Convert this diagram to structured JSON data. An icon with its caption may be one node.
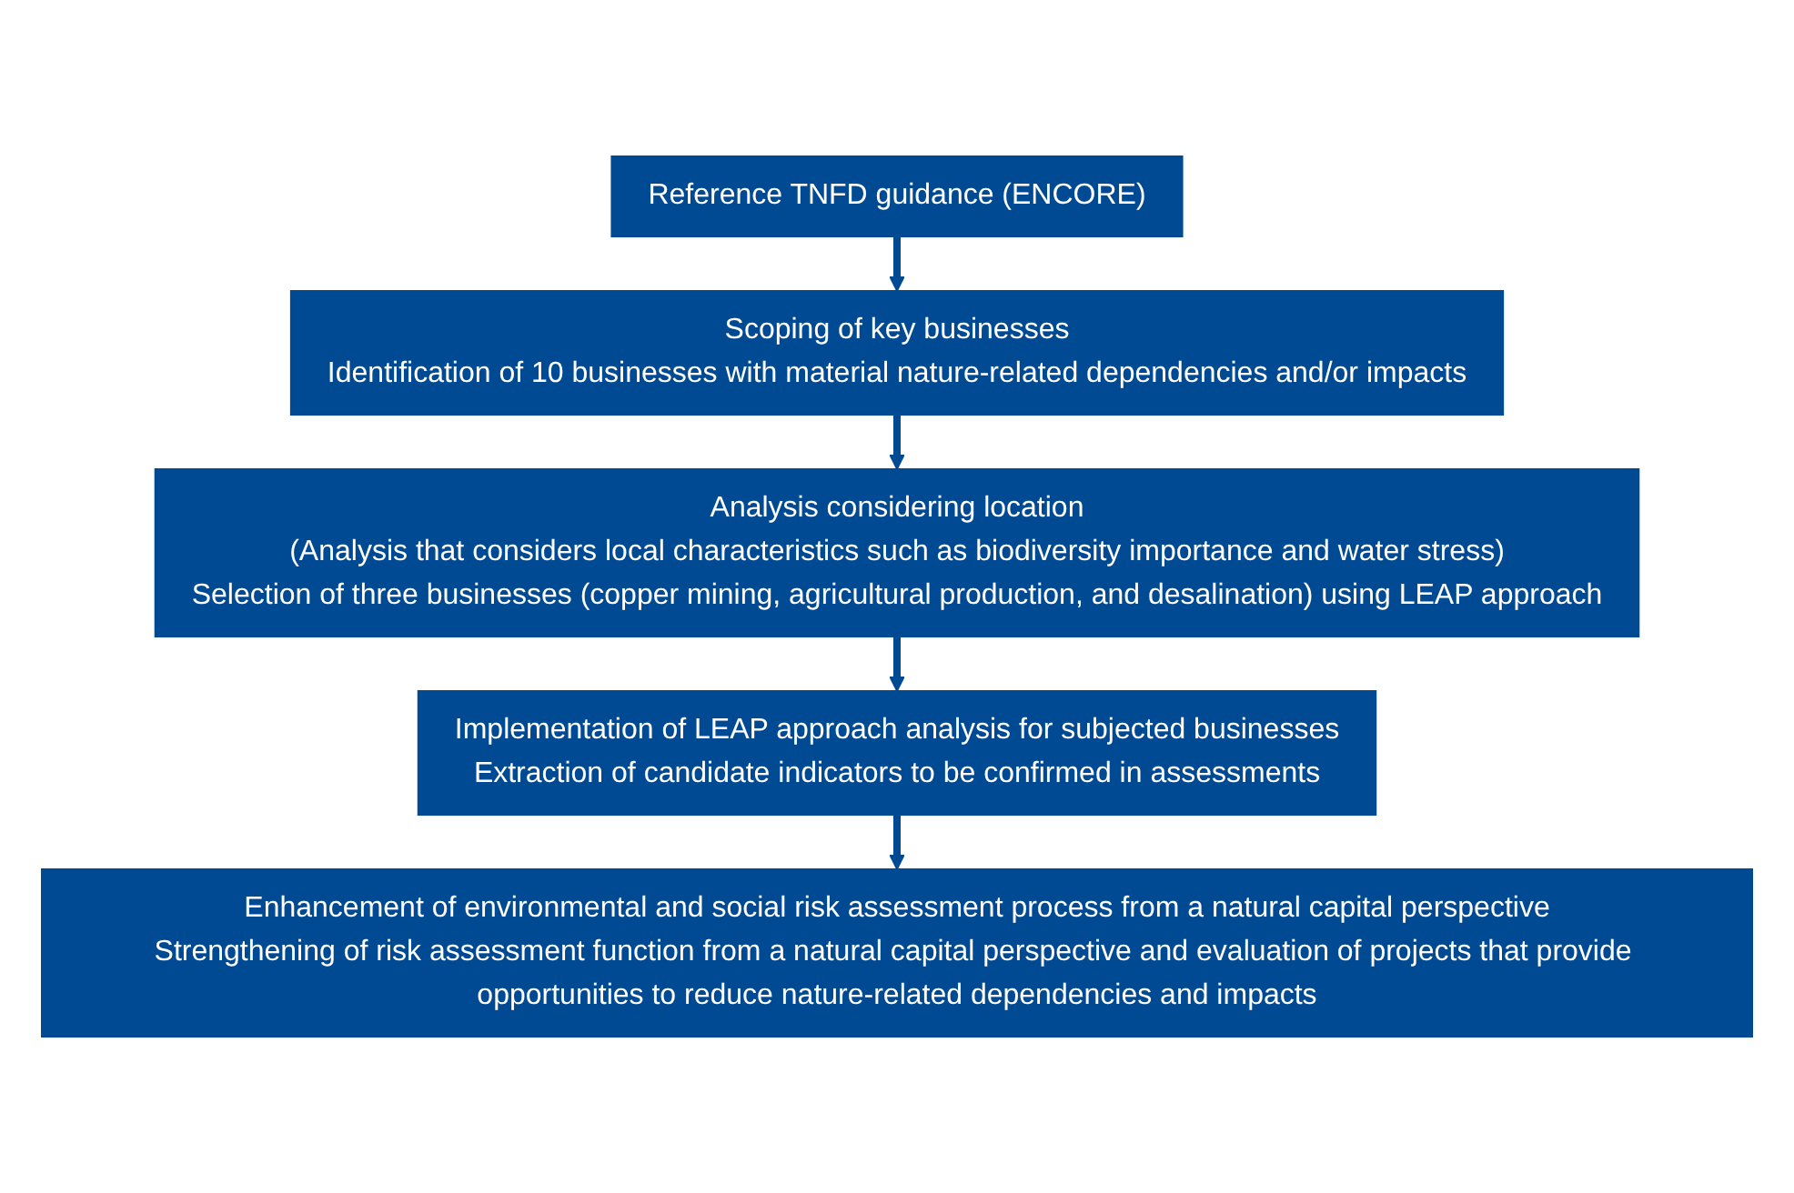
{
  "diagram": {
    "nodes": [
      {
        "text": [
          "Reference TNFD guidance (ENCORE)"
        ]
      },
      {
        "text": [
          "Scoping of key businesses",
          "Identification of 10 businesses with material nature-related dependencies and/or impacts"
        ]
      },
      {
        "text": [
          "Analysis considering location",
          "(Analysis that considers local characteristics such as biodiversity importance and water stress)",
          "Selection of three businesses (copper mining, agricultural production, and desalination) using LEAP approach"
        ]
      },
      {
        "text": [
          "Implementation of LEAP approach analysis for subjected businesses",
          "Extraction of candidate indicators to be confirmed in assessments"
        ]
      },
      {
        "text": [
          "Enhancement of environmental and social risk assessment process from a natural capital perspective",
          "Strengthening of risk assessment function from a natural capital perspective and evaluation of projects that provide opportunities to reduce nature-related dependencies and impacts"
        ]
      }
    ],
    "edges": [
      {
        "from": 0,
        "to": 1,
        "arrow": "to"
      },
      {
        "from": 1,
        "to": 2,
        "arrow": "to"
      },
      {
        "from": 2,
        "to": 3,
        "arrow": "to"
      },
      {
        "from": 3,
        "to": 4,
        "arrow": "to"
      }
    ]
  }
}
